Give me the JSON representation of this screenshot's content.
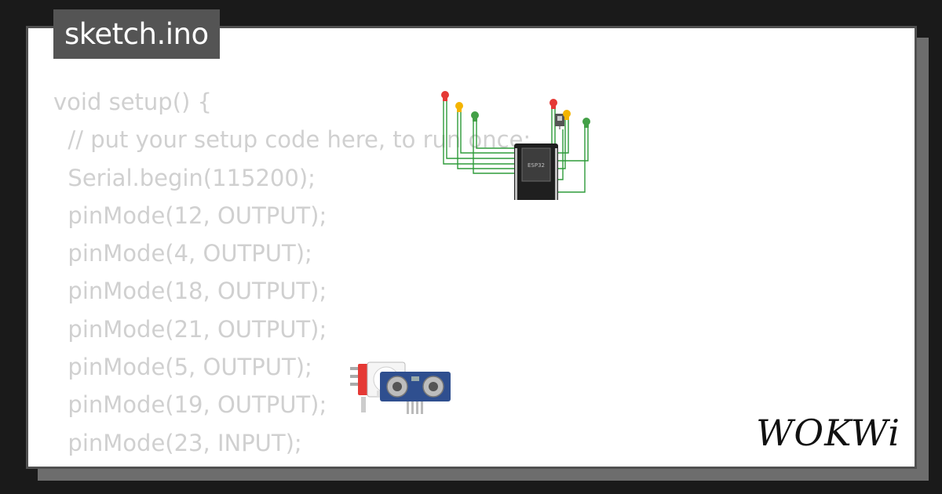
{
  "tab": {
    "title": "sketch.ino"
  },
  "code": {
    "lines": [
      "void setup() {",
      "  // put your setup code here, to run once:",
      "  Serial.begin(115200);",
      "  pinMode(12, OUTPUT);",
      "  pinMode(4, OUTPUT);",
      "  pinMode(18, OUTPUT);",
      "  pinMode(21, OUTPUT);",
      "  pinMode(5, OUTPUT);",
      "  pinMode(19, OUTPUT);",
      "  pinMode(23, INPUT);",
      "}"
    ]
  },
  "diagram": {
    "board_label": "ESP32",
    "led_colors": [
      "#e53935",
      "#f4b400",
      "#43a047",
      "#e53935",
      "#f4b400",
      "#43a047"
    ],
    "wire_color": "#2e9b3a"
  },
  "brand": {
    "logo": "WOKWi"
  }
}
